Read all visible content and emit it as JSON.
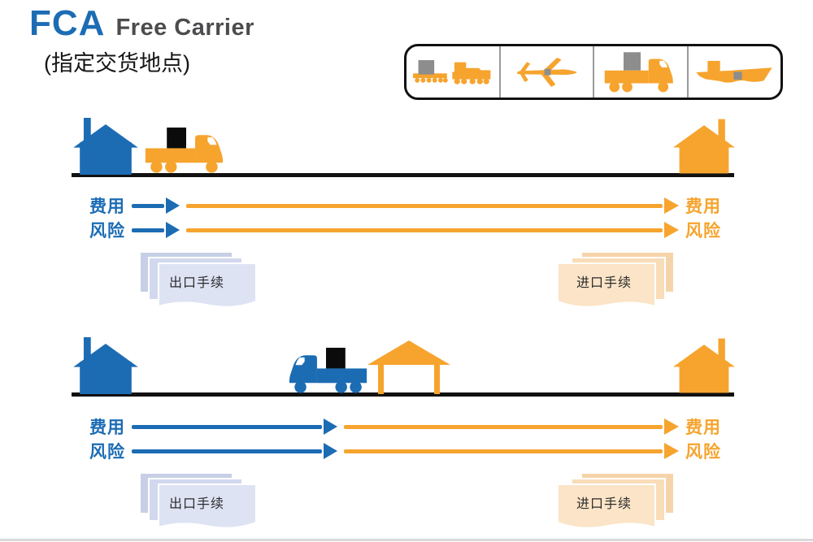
{
  "header": {
    "acronym": "FCA",
    "term": "Free Carrier",
    "subtitle": "(指定交货地点)"
  },
  "transport_modes": {
    "items": [
      "train",
      "plane",
      "truck",
      "ship"
    ]
  },
  "s1": {
    "cost_left": "费用",
    "risk_left": "风险",
    "cost_right": "费用",
    "risk_right": "风险",
    "export_docs": "出口手续",
    "import_docs": "进口手续"
  },
  "s2": {
    "cost_left": "费用",
    "risk_left": "风险",
    "cost_right": "费用",
    "risk_right": "风险",
    "export_docs": "出口手续",
    "import_docs": "进口手续"
  },
  "colors": {
    "brand_blue": "#1c6cb4",
    "brand_orange": "#f6a42e",
    "title_gray": "#4c4c4e",
    "doc_blue": "#dde3f3",
    "doc_peach": "#fbe4c7",
    "cargo_black": "#0b0b0b",
    "cargo_gray": "#8d8d8d"
  }
}
